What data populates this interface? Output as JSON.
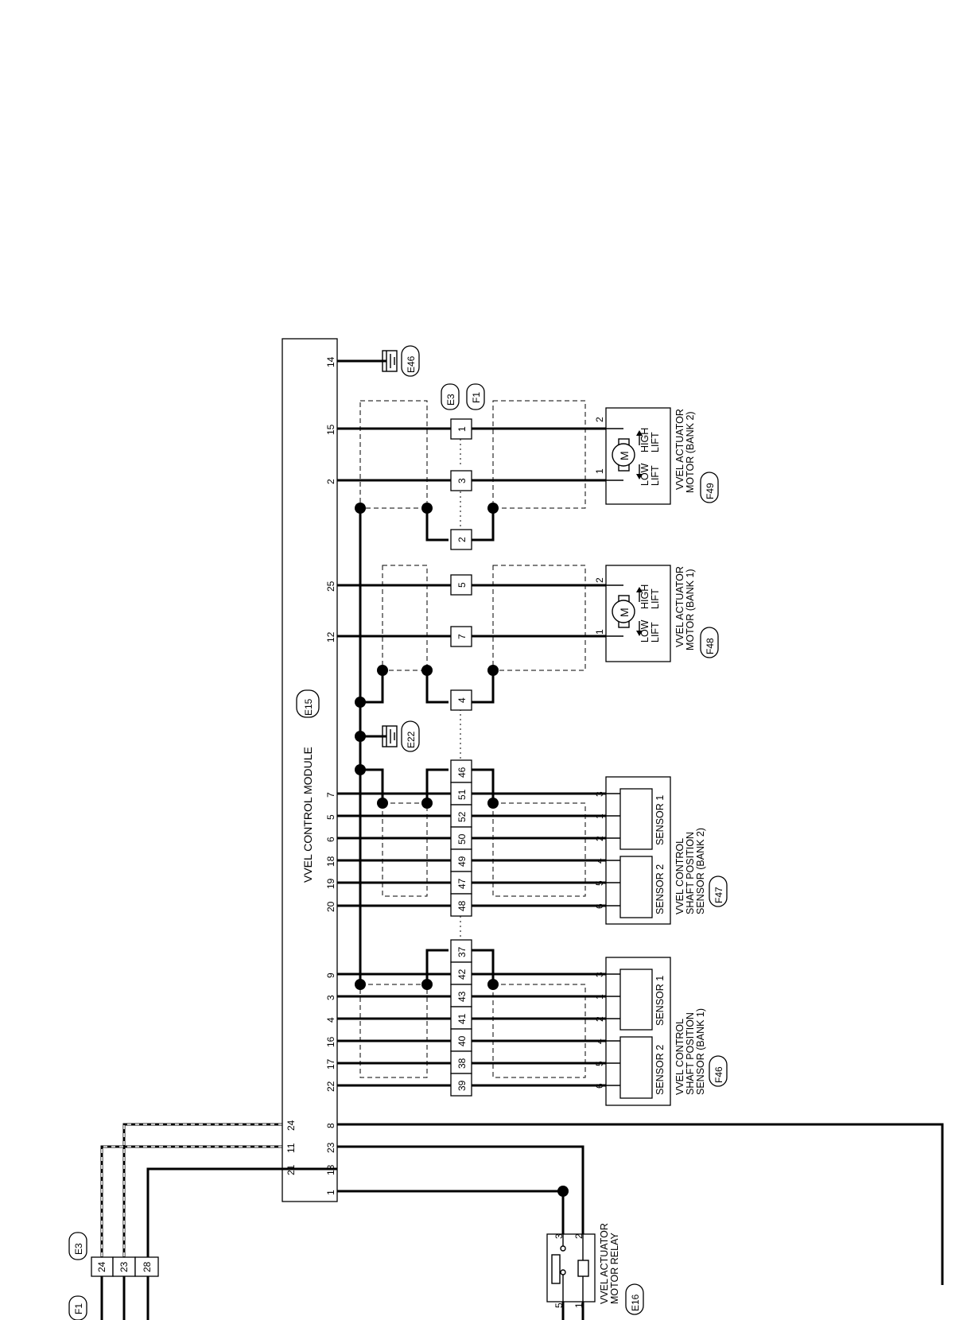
{
  "module": {
    "name": "VVEL CONTROL MODULE",
    "connector": "E15",
    "pins_top": [
      "14",
      "15",
      "2",
      "25",
      "12",
      "7",
      "5",
      "6",
      "18",
      "19",
      "20",
      "9",
      "3",
      "4",
      "16",
      "17",
      "22",
      "8",
      "23",
      "13",
      "1"
    ],
    "pins_bottom": [
      "24",
      "11",
      "21"
    ]
  },
  "grounds": [
    {
      "id": "E46"
    },
    {
      "id": "E22"
    }
  ],
  "joint_connector": {
    "ids": [
      "E3",
      "F1"
    ],
    "pins": [
      "1",
      "3",
      "2",
      "5",
      "7",
      "4",
      "46",
      "51",
      "52",
      "50",
      "49",
      "47",
      "48",
      "37",
      "42",
      "43",
      "41",
      "40",
      "38",
      "39"
    ]
  },
  "motor_bank2": {
    "name_line1": "VVEL ACTUATOR",
    "name_line2": "MOTOR (BANK 2)",
    "connector": "F49",
    "pins": [
      "2",
      "1"
    ],
    "low": "LOW",
    "high": "HIGH",
    "lift": "LIFT",
    "symbol": "M"
  },
  "motor_bank1": {
    "name_line1": "VVEL ACTUATOR",
    "name_line2": "MOTOR (BANK 1)",
    "connector": "F48",
    "pins": [
      "2",
      "1"
    ],
    "low": "LOW",
    "high": "HIGH",
    "lift": "LIFT",
    "symbol": "M"
  },
  "sensor_bank2": {
    "name_line1": "VVEL CONTROL",
    "name_line2": "SHAFT POSITION",
    "name_line3": "SENSOR (BANK 2)",
    "connector": "F47",
    "pins": [
      "3",
      "1",
      "2",
      "4",
      "5",
      "6"
    ],
    "sensor1": "SENSOR 1",
    "sensor2": "SENSOR 2"
  },
  "sensor_bank1": {
    "name_line1": "VVEL CONTROL",
    "name_line2": "SHAFT POSITION",
    "name_line3": "SENSOR (BANK 1)",
    "connector": "F46",
    "pins": [
      "3",
      "1",
      "2",
      "4",
      "5",
      "6"
    ],
    "sensor1": "SENSOR 1",
    "sensor2": "SENSOR 2"
  },
  "relay": {
    "name_line1": "VVEL ACTUATOR",
    "name_line2": "MOTOR RELAY",
    "connector": "E16",
    "pins": [
      "3",
      "2",
      "5",
      "1"
    ]
  },
  "bottom_connector": {
    "ids": [
      "E3",
      "F1"
    ],
    "pins": [
      "24",
      "23",
      "28"
    ]
  }
}
